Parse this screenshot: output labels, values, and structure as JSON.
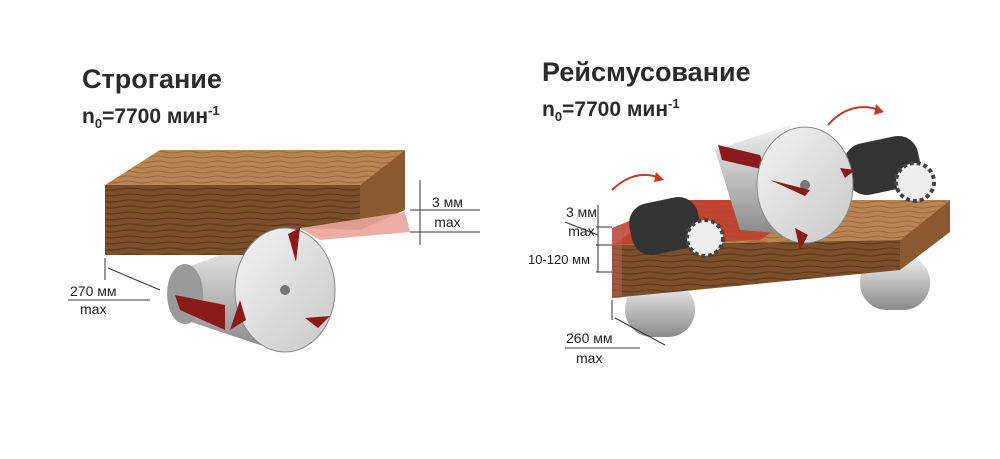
{
  "planing": {
    "title": "Строгание",
    "speed_prefix": "n",
    "speed_sub": "0",
    "speed_value": "=7700 мин",
    "speed_sup": "-1",
    "depth_value": "3 мм",
    "depth_max": "max",
    "width_value": "270 мм",
    "width_max": "max"
  },
  "thicknessing": {
    "title": "Рейсмусование",
    "speed_prefix": "n",
    "speed_sub": "0",
    "speed_value": "=7700 мин",
    "speed_sup": "-1",
    "depth_value": "3 мм",
    "depth_max": "max",
    "thickness_range": "10-120 мм",
    "width_value": "260 мм",
    "width_max": "max"
  },
  "colors": {
    "wood_top": "#b07a4a",
    "wood_front": "#6b4424",
    "cut": "#c0392b",
    "cylinder": "#cfcfcf",
    "knife": "#8b1a1a"
  }
}
